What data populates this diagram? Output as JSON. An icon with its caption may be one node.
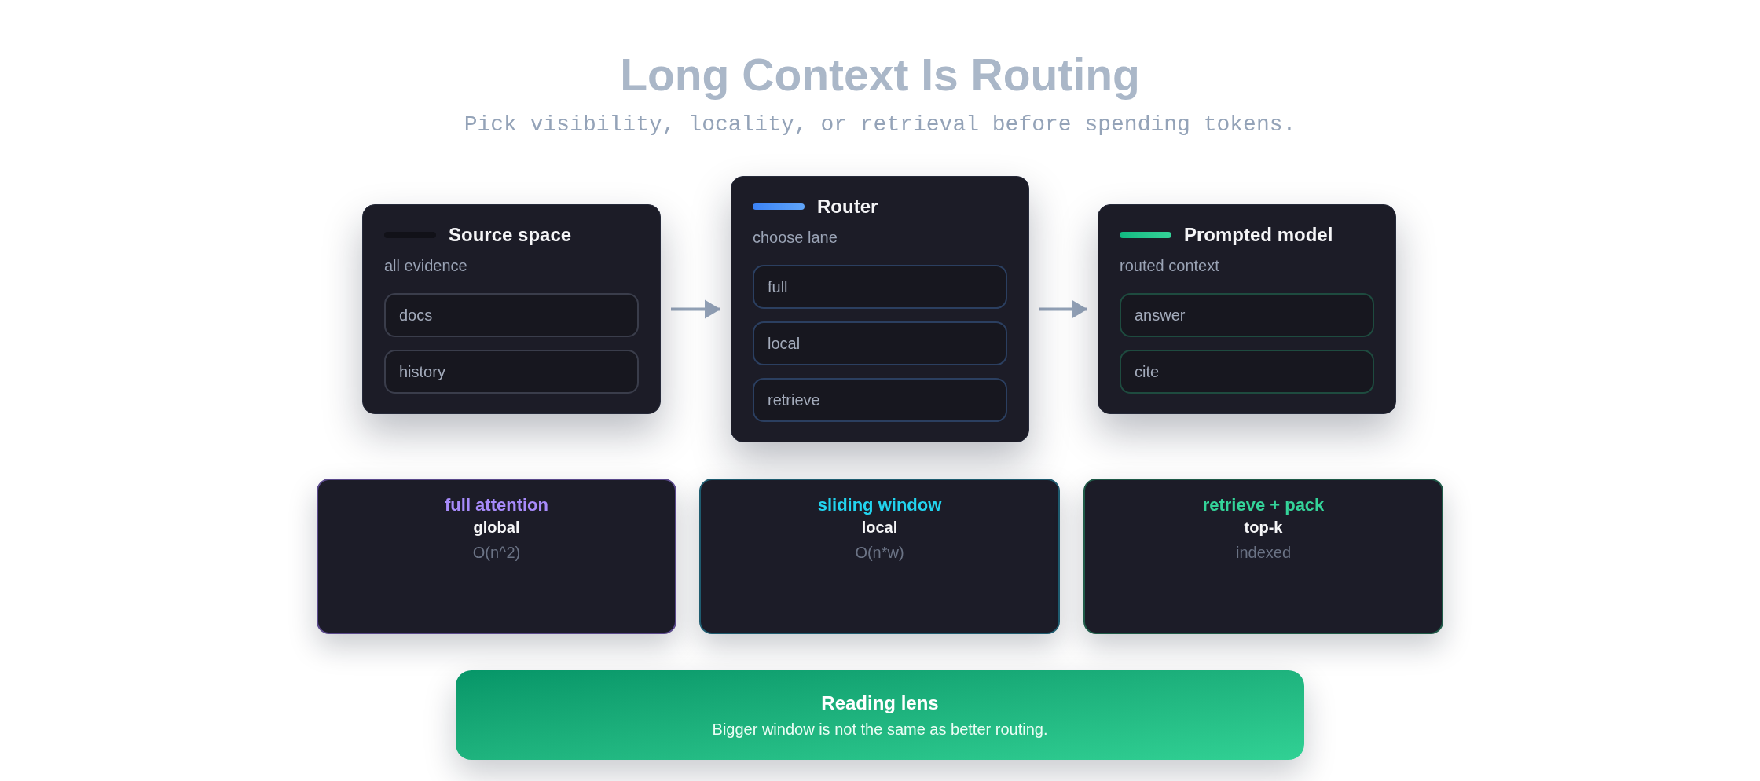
{
  "diagram": {
    "title": "Long Context Is Routing",
    "caption": "Pick visibility, locality, or retrieval before spending tokens.",
    "nodes": [
      {
        "text": [
          "Source space",
          "all evidence"
        ]
      },
      {
        "text": [
          "docs"
        ],
        "in": 0
      },
      {
        "text": [
          "history"
        ],
        "in": 0
      },
      {
        "text": [
          "Router",
          "choose lane"
        ]
      },
      {
        "text": [
          "full"
        ],
        "in": 3
      },
      {
        "text": [
          "local"
        ],
        "in": 3
      },
      {
        "text": [
          "retrieve"
        ],
        "in": 3
      },
      {
        "text": [
          "Prompted model",
          "routed context"
        ]
      },
      {
        "text": [
          "answer"
        ],
        "in": 7
      },
      {
        "text": [
          "cite"
        ],
        "in": 7
      },
      {
        "text": [
          "full attention",
          "global",
          "O(n^2)"
        ]
      },
      {
        "text": [
          "sliding window",
          "local",
          "O(n*w)"
        ]
      },
      {
        "text": [
          "retrieve + pack",
          "top-k",
          "indexed"
        ]
      },
      {
        "text": [
          "Reading lens",
          "Bigger window is not the same as better routing."
        ]
      }
    ],
    "edges": [
      {
        "from": 0,
        "to": 3,
        "arrow": "to"
      },
      {
        "from": 3,
        "to": 7,
        "arrow": "to"
      }
    ]
  }
}
